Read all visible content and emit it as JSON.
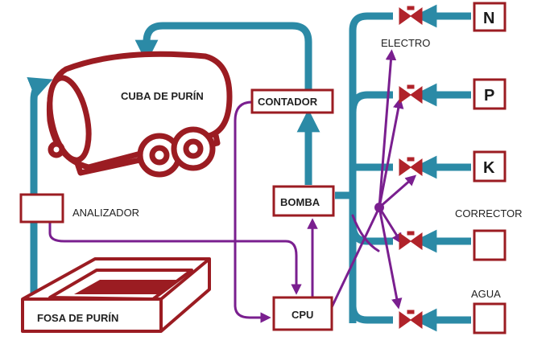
{
  "diagram": {
    "nodes": {
      "cuba": "CUBA DE PURÍN",
      "contador": "CONTADOR",
      "bomba": "BOMBA",
      "analizador": "ANALIZADOR",
      "fosa": "FOSA DE PURÍN",
      "cpu": "CPU",
      "electro": "ELECTRO",
      "corrector": "CORRECTOR",
      "agua": "AGUA"
    },
    "inputs": [
      "N",
      "P",
      "K",
      "",
      ""
    ]
  },
  "colors": {
    "pipe": "#2b8aa6",
    "signal": "#7a1f8f",
    "outline": "#9b1c22",
    "valve": "#b0232a",
    "text": "#222222"
  }
}
